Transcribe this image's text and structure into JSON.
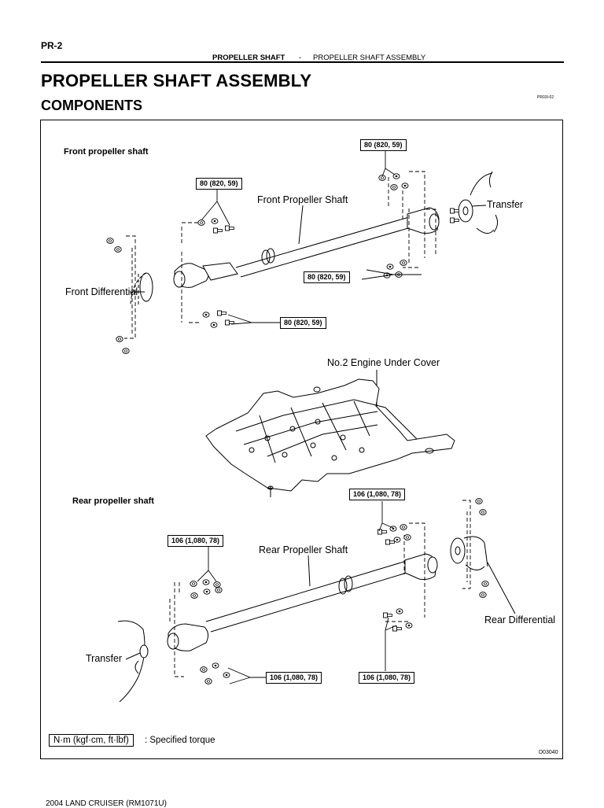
{
  "header": {
    "page_code": "PR-2",
    "section": "PROPELLER SHAFT",
    "separator": "-",
    "subsection": "PROPELLER SHAFT ASSEMBLY"
  },
  "title": "PROPELLER SHAFT ASSEMBLY",
  "subtitle": "COMPONENTS",
  "doc_code": "PR03I-02",
  "diagram": {
    "front_heading": "Front propeller shaft",
    "rear_heading": "Rear propeller shaft",
    "labels": {
      "front_shaft": "Front Propeller Shaft",
      "front_transfer": "Transfer",
      "front_differential": "Front Differential",
      "engine_cover": "No.2 Engine Under Cover",
      "rear_shaft": "Rear Propeller Shaft",
      "rear_differential": "Rear Differential",
      "rear_transfer": "Transfer"
    },
    "torques": {
      "front_top_right": "80 (820, 59)",
      "front_top_left": "80 (820, 59)",
      "front_mid_right": "80 (820, 59)",
      "front_bottom": "80 (820, 59)",
      "rear_top_right": "106 (1,080, 78)",
      "rear_top_left": "106 (1,080, 78)",
      "rear_bottom_left": "106 (1,080, 78)",
      "rear_bottom_right": "106 (1,080, 78)"
    }
  },
  "legend": {
    "unit": "N·m (kgf·cm, ft·lbf)",
    "text": ": Specified torque"
  },
  "figure_code": "D03040",
  "footer": "2004 LAND CRUISER   (RM1071U)"
}
